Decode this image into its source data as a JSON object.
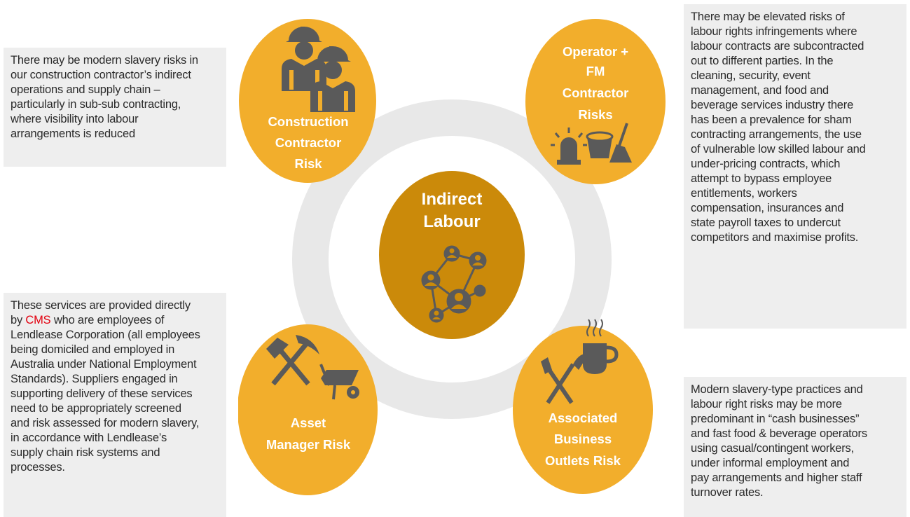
{
  "center": {
    "line1": "Indirect",
    "line2": "Labour",
    "icon": "network-people-icon"
  },
  "nodes": {
    "construction": {
      "lines": [
        "Construction",
        "Contractor",
        "Risk"
      ],
      "icon": "construction-workers-icon"
    },
    "operator": {
      "lines": [
        "Operator +",
        "FM",
        "Contractor",
        "Risks"
      ],
      "icon": "siren-bucket-broom-icon"
    },
    "asset": {
      "lines": [
        "Asset",
        "Manager Risk"
      ],
      "icon": "hammer-pick-wheelbarrow-icon"
    },
    "outlets": {
      "lines": [
        "Associated",
        "Business",
        "Outlets Risk"
      ],
      "icon": "fork-knife-coffee-icon"
    }
  },
  "text_boxes": {
    "top_left": {
      "lines": [
        "There may be modern slavery risks in",
        "our construction contractor’s indirect",
        "operations and supply chain –",
        "particularly in sub-sub contracting,",
        "where visibility into labour",
        "arrangements is reduced"
      ]
    },
    "bottom_left": {
      "line1_prefix": "These services are provided directly",
      "line2_before": "by ",
      "line2_highlight": "CMS",
      "line2_after": " who are employees of",
      "lines": [
        "Lendlease Corporation (all employees",
        "being domiciled and employed in",
        "Australia under National Employment",
        "Standards).  Suppliers engaged in",
        "supporting delivery of these services",
        "need to be appropriately screened",
        "and risk assessed for modern slavery,",
        "in accordance with Lendlease’s",
        "supply chain risk systems and",
        "processes."
      ]
    },
    "top_right": {
      "lines": [
        "There may be elevated risks of",
        "labour rights infringements where",
        "labour contracts are subcontracted",
        "out to different parties. In the",
        "cleaning, security, event",
        "management, and food and",
        "beverage services industry there",
        "has been a prevalence for sham",
        "contracting arrangements, the use",
        "of vulnerable low skilled labour and",
        "under-pricing contracts, which",
        "attempt to bypass employee",
        "entitlements, workers",
        "compensation, insurances and",
        "state payroll taxes to undercut",
        "competitors and maximise profits."
      ]
    },
    "bottom_right": {
      "lines": [
        "Modern slavery-type practices and",
        "labour right risks may be more",
        "predominant in “cash businesses”",
        "and fast food & beverage operators",
        "using casual/contingent workers,",
        "under informal employment and",
        "pay arrangements and higher staff",
        "turnover rates."
      ]
    }
  },
  "colors": {
    "node_fill": "#F2AE2C",
    "center_fill": "#CB8A0A",
    "ring": "#E8E8E8",
    "icon_dark": "#5A5A5A",
    "text_box_bg": "#EEEEEE",
    "highlight_red": "#E3000F"
  }
}
